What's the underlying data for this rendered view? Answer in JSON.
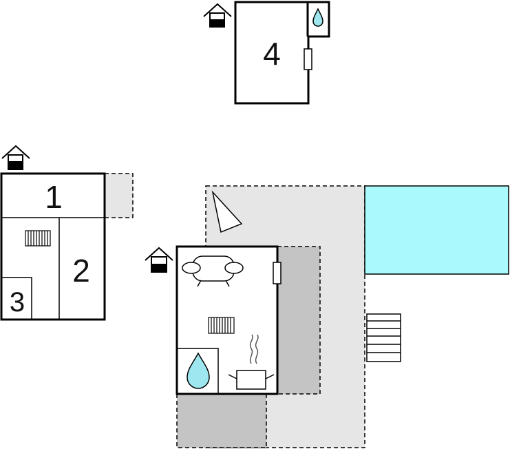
{
  "floorplan": {
    "rooms": [
      {
        "number": "1"
      },
      {
        "number": "2"
      },
      {
        "number": "3"
      },
      {
        "number": "4"
      }
    ],
    "colors": {
      "wall": "#000000",
      "terrace": "#e6e6e6",
      "covered_terrace": "#c4c4c4",
      "pool": "#aaf9fc",
      "water": "#9ee7f0"
    },
    "icons": [
      "house-entrance-icon",
      "sofa-icon",
      "radiator-icon",
      "shower-drop-icon",
      "cooking-pot-icon",
      "window-icon",
      "pool-steps-icon",
      "orientation-triangle-icon"
    ]
  }
}
